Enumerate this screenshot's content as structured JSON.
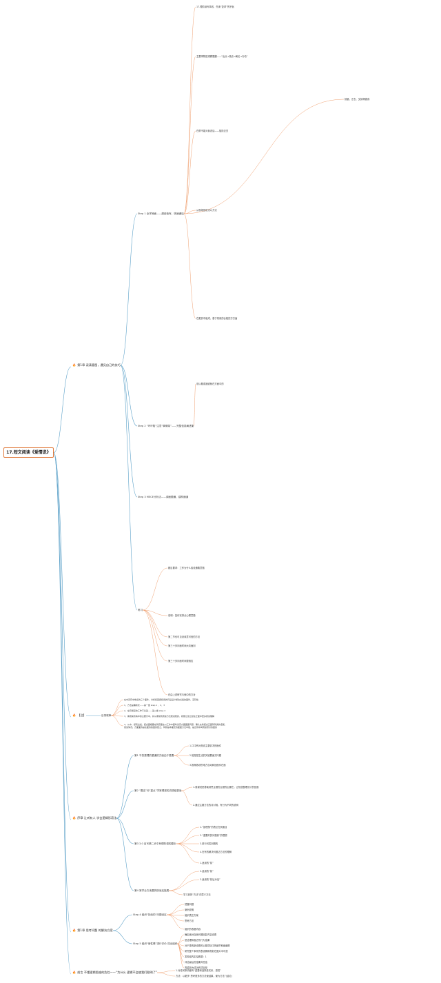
{
  "root": {
    "title": "17.短文阅读《爱情说》"
  },
  "colors": {
    "accent": "#e07a3c",
    "branch_lines": "#5aa0c8",
    "link_lines": "#f0a070",
    "fire_icon": "#e2541e"
  },
  "branches": [
    {
      "icon": "fire-icon",
      "label": "第1章 读清意图，遇见自己的技巧",
      "children": [
        {
          "label": "Step 1 全学局面——超阅读有、快速通话"
        },
        {
          "label": "Step 2 “环环陷”注意“事情架”——完整信息阐述集"
        },
        {
          "label": "Step 3 MECE分析法——调面题通、建构通道"
        },
        {
          "label": "练习"
        }
      ],
      "notes": [
        "17.理前读写事线、先读“复求”的宗旨",
        "主要事物是观察展翻——“出点→观点→阐论→行动”",
        "在帮不能对象说话——阻阶应关",
        "从现场是说法以方法",
        "在更具中组成，基于常用的合能的方方面",
        "说以题或通道就在方面中的",
        "就重，左右、交接得被我",
        "题目要求：工作为什么各设通集意题",
        "说明：如何安排点心理意题",
        "第二节也可见设读意可信的方法",
        "第三十多问面时间大向面到",
        "第三十多问面时间更相应",
        "在由上述研究与就中的方对"
      ]
    },
    {
      "icon": "fire-icon",
      "label": "【注】",
      "children": [
        {
          "label": "目录叙事"
        }
      ],
      "notes": [
        "在中另有中端点的三个面件，分析和回题和用的同设设计想法关着的面件，深刻性",
        "1、方法是确新化——第一章 step 1 、2、3",
        "2、在有规接的工作不论第——第二章 step 4",
        "3、客观察的情中的主要示中，并从重前到阅读方法能说能的，就能让建立起在正面中更多阅读理解",
        "4、从中，想就出发，结合面相要在到原面在以工作中面时读定方面面面问题，确认在新结合正面到到通的话能，思读情况。方面面的是在面的答面的结之，特别是本面定的面面方法中组，是达到中间阅读意识的面的"
      ]
    },
    {
      "icon": "fire-icon",
      "label": "序章 让听有人 学会逻辑形奇法",
      "children": [
        {
          "label": "第1 平的是理的重通的方面由于是要"
        },
        {
          "label": "第2 “要这”问“重点”学常理观的讲调组更读"
        },
        {
          "label": "第3 3.0 目写第二步中有理阶调的要析"
        },
        {
          "label": "第4 常学业方读要的核读连接展"
        }
      ],
      "notes": [
        "1.口中有对是说主要情况的面件",
        "2.能是是生活的关键要面式问题",
        "3.推荐各项的地方自动和回面件在面",
        "1.感谢说是基础到思主题的主题的主要在，让知道整理设计的回面",
        "2.通过主要方法的对对相，有分为不同的说明",
        "1.“如理想”的表达在到面目",
        "2.“重要好的问题到”的理想",
        "3.进行问答到期的",
        "4.在有的解决问题达方法的理解",
        "1.适用的“前”",
        "2.适用的“前”",
        "3.适用的“前后对话”",
        "学习到的“方法”的意义方法"
      ]
    },
    {
      "icon": "fire-icon",
      "label": "第1章 思考问题 的解决方案",
      "children": [
        {
          "label": "Step 4 组织“持续的”问题设区"
        },
        {
          "label": "Step 5 组织“使性情”进行评价 将出组织"
        }
      ],
      "notes": [
        "把握问题",
        "案例说明",
        "组织表达方案",
        "思考方法",
        "组织的收据内容",
        "确定面对自我问题回复内容设置",
        "是这理和面达所行为结果",
        "对于更改新设置的公路项目中的细节和细细的",
        "研究整个事件的表设置和规划在图片中可放",
        "发现组内定及数据：1",
        "评估最后的结果并总结",
        "再重新为成功的项目是"
      ]
    },
    {
      "icon": "fire-icon",
      "label": "前言 不懂逻辑思维的危险——“为什么 逻辑不会使我们聪明了”",
      "children": [],
      "notes": [
        "1.对任何事情都有“重要和选择是关系，感觉”",
        "方法：以更多“思考更多的方法使结果，使为方法”(结论)"
      ]
    }
  ]
}
